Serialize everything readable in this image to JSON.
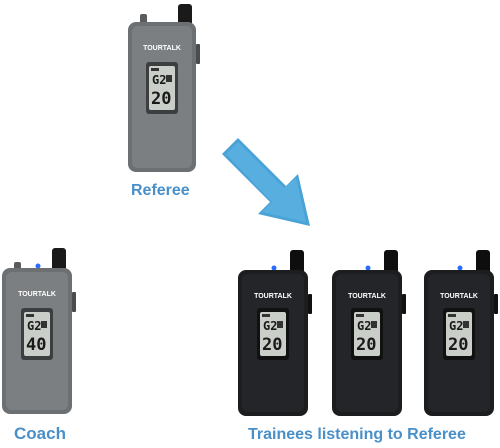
{
  "labels": {
    "referee": "Referee",
    "coach": "Coach",
    "trainees": "Trainees listening to Referee"
  },
  "devices": {
    "referee": {
      "brand": "TOURTALK",
      "group": "G2",
      "channel": "20",
      "color": "grey"
    },
    "coach": {
      "brand": "TOURTALK",
      "group": "G2",
      "channel": "40",
      "color": "grey"
    },
    "trainee1": {
      "brand": "TOURTALK",
      "group": "G2",
      "channel": "20",
      "color": "black"
    },
    "trainee2": {
      "brand": "TOURTALK",
      "group": "G2",
      "channel": "20",
      "color": "black"
    },
    "trainee3": {
      "brand": "TOURTALK",
      "group": "G2",
      "channel": "20",
      "color": "black"
    }
  },
  "colors": {
    "label": "#4a90c8",
    "arrow": "#4aa3d6",
    "grey_body": "#6d7073",
    "black_body": "#1c1d1f",
    "lcd": "#c9cfc8",
    "led": "#2b6cff"
  },
  "arrow_icon": "down-right-arrow-icon"
}
